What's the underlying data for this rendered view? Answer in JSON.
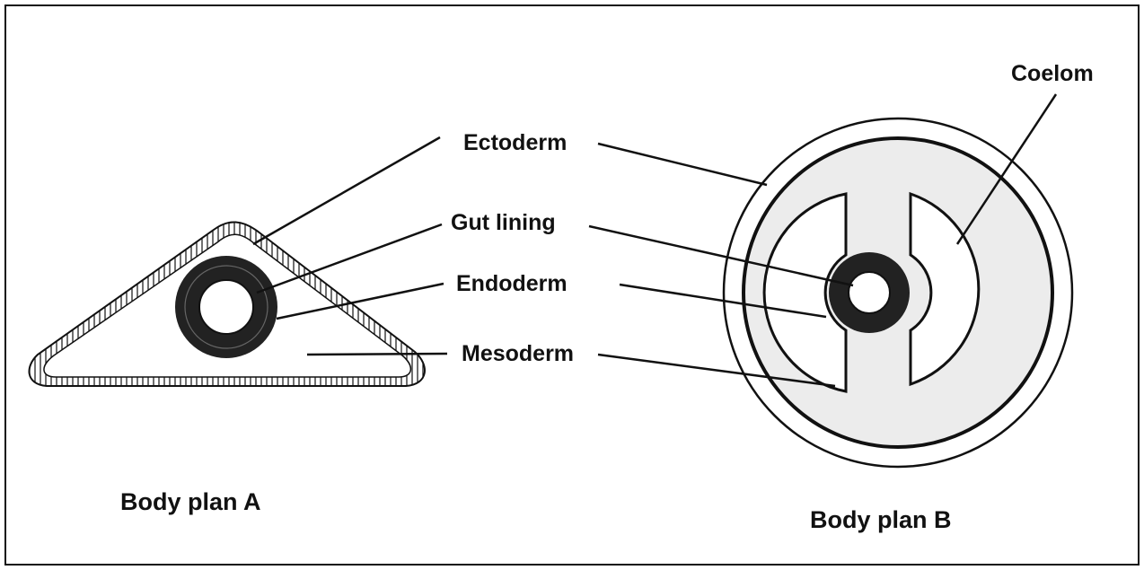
{
  "labels": {
    "ectoderm": "Ectoderm",
    "gut_lining": "Gut lining",
    "endoderm": "Endoderm",
    "mesoderm": "Mesoderm",
    "coelom": "Coelom",
    "body_plan_a": "Body plan A",
    "body_plan_b": "Body plan B"
  },
  "colors": {
    "stroke": "#111111",
    "mesoderm_fill": "#ececec",
    "endoderm_fill": "#222222",
    "background": "#ffffff"
  }
}
